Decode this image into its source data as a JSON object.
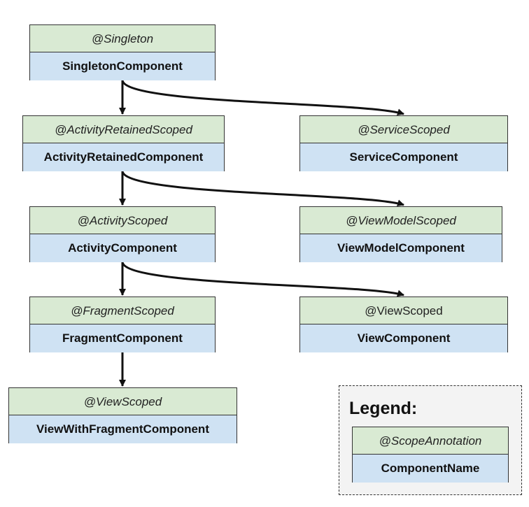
{
  "colors": {
    "scope_bg": "#d9ead3",
    "component_bg": "#cfe2f3",
    "border": "#333333",
    "arrow": "#111111",
    "legend_bg": "#f3f3f3"
  },
  "nodes": [
    {
      "id": "singleton",
      "scope": "@Singleton",
      "component": "SingletonComponent",
      "italic": true
    },
    {
      "id": "activity-retained",
      "scope": "@ActivityRetainedScoped",
      "component": "ActivityRetainedComponent",
      "italic": true
    },
    {
      "id": "service",
      "scope": "@ServiceScoped",
      "component": "ServiceComponent",
      "italic": true
    },
    {
      "id": "activity",
      "scope": "@ActivityScoped",
      "component": "ActivityComponent",
      "italic": true
    },
    {
      "id": "viewmodel",
      "scope": "@ViewModelScoped",
      "component": "ViewModelComponent",
      "italic": true
    },
    {
      "id": "fragment",
      "scope": "@FragmentScoped",
      "component": "FragmentComponent",
      "italic": true
    },
    {
      "id": "view",
      "scope": "@ViewScoped",
      "component": "ViewComponent",
      "italic": false
    },
    {
      "id": "view-with-fragment",
      "scope": "@ViewScoped",
      "component": "ViewWithFragmentComponent",
      "italic": true
    }
  ],
  "edges": [
    {
      "from": "singleton",
      "to": "activity-retained"
    },
    {
      "from": "singleton",
      "to": "service"
    },
    {
      "from": "activity-retained",
      "to": "activity"
    },
    {
      "from": "activity-retained",
      "to": "viewmodel"
    },
    {
      "from": "activity",
      "to": "fragment"
    },
    {
      "from": "activity",
      "to": "view"
    },
    {
      "from": "fragment",
      "to": "view-with-fragment"
    }
  ],
  "legend": {
    "title": "Legend:",
    "scope": "@ScopeAnnotation",
    "component": "ComponentName"
  }
}
